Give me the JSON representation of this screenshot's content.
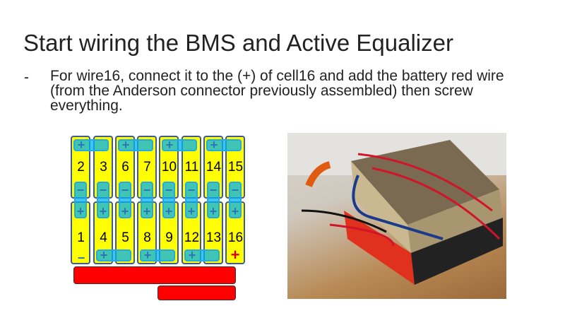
{
  "slide": {
    "title": "Start wiring the BMS and Active Equalizer",
    "bullet_marker": "-",
    "bullet_text": "For wire16, connect it to the (+) of cell16 and add the battery red wire (from the Anderson connector previously assembled) then screw everything."
  },
  "diagram": {
    "top_row": [
      "2",
      "3",
      "6",
      "7",
      "10",
      "11",
      "14",
      "15"
    ],
    "bottom_row": [
      "1",
      "4",
      "5",
      "8",
      "9",
      "12",
      "13",
      "16"
    ],
    "cell1_terminal": "−",
    "cell16_terminal": "+",
    "colors": {
      "cell": "#ffff00",
      "busbar": "#00b0f0",
      "wire": "#ff0000",
      "plus16": "#e00000"
    }
  },
  "photo": {
    "description_icon": "battery-pack-photo"
  }
}
